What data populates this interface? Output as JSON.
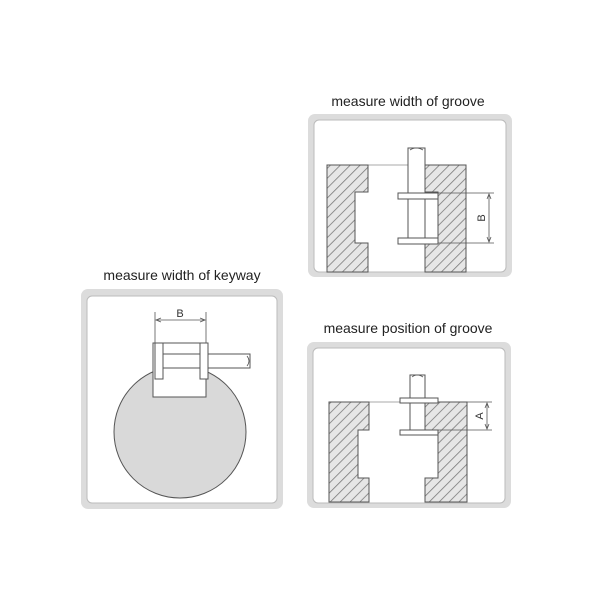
{
  "panels": [
    {
      "title": "measure width of groove",
      "dimension_label": "B"
    },
    {
      "title": "measure width of keyway",
      "dimension_label": "B"
    },
    {
      "title": "measure position of groove",
      "dimension_label": "A"
    }
  ],
  "colors": {
    "frame": "#dcdcdc",
    "hatch": "#888888",
    "fill": "#d9d9d9",
    "line": "#555555"
  }
}
